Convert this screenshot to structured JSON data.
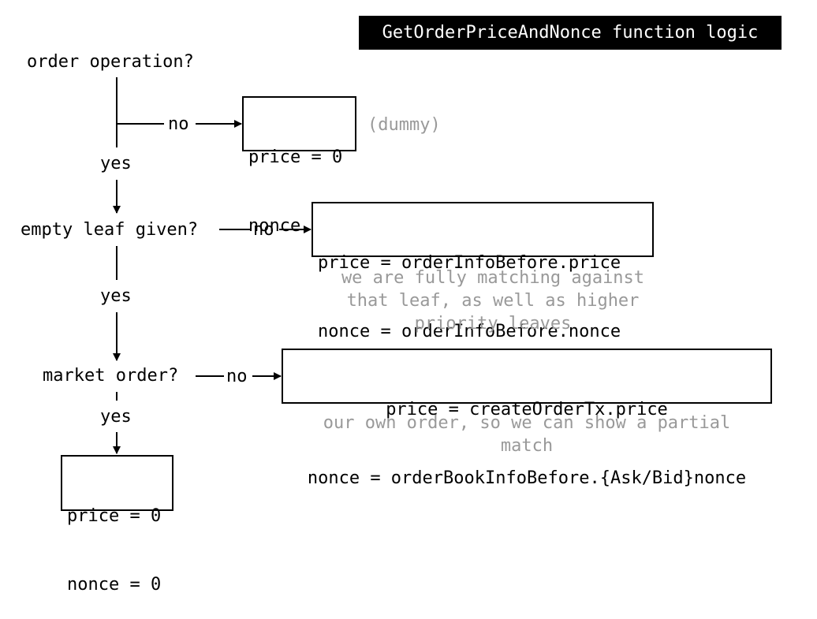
{
  "title": "GetOrderPriceAndNonce function logic",
  "nodes": {
    "q1": "order operation?",
    "q2": "empty leaf given?",
    "q3": "market order?"
  },
  "edges": {
    "no": "no",
    "yes": "yes"
  },
  "boxes": {
    "dummy": {
      "line1": "price = 0",
      "line2": "nonce = 0"
    },
    "before": {
      "line1": "price = orderInfoBefore.price",
      "line2": "nonce = orderInfoBefore.nonce"
    },
    "create": {
      "line1": "price = createOrderTx.price",
      "line2": "nonce = orderBookInfoBefore.{Ask/Bid}nonce"
    },
    "market": {
      "line1": "price = 0",
      "line2": "nonce = 0"
    }
  },
  "notes": {
    "dummy": "(dummy)",
    "fully": "we are fully matching against that leaf, as well as higher priority leaves",
    "own": "our own order, so we can show a partial match"
  }
}
